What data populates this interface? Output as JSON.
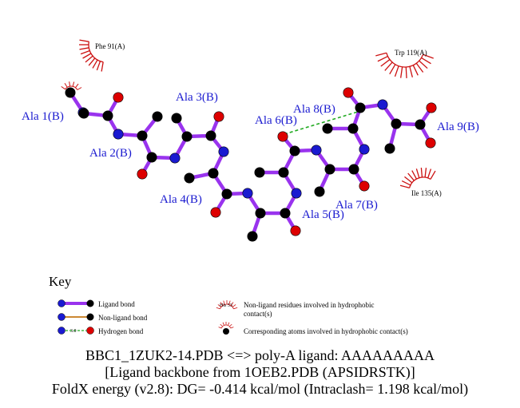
{
  "colors": {
    "ligand_bond": "#9933ee",
    "nonligand_bond": "#cc8833",
    "hydrogen_bond": "#22aa22",
    "carbon": "#000000",
    "nitrogen": "#1a1ad0",
    "oxygen": "#dd0000",
    "hydrophobic": "#cc1111",
    "residue_label": "#1a1ad0"
  },
  "residues": [
    {
      "label": "Ala 1(B)"
    },
    {
      "label": "Ala 2(B)"
    },
    {
      "label": "Ala 3(B)"
    },
    {
      "label": "Ala 4(B)"
    },
    {
      "label": "Ala 5(B)"
    },
    {
      "label": "Ala 6(B)"
    },
    {
      "label": "Ala 7(B)"
    },
    {
      "label": "Ala 8(B)"
    },
    {
      "label": "Ala 9(B)"
    }
  ],
  "hydrophobic_residues": [
    {
      "label": "Phe 91(A)"
    },
    {
      "label": "Trp 119(A)"
    },
    {
      "label": "Ile 135(A)"
    }
  ],
  "key": {
    "title": "Key",
    "ligand_bond": "Ligand bond",
    "nonligand_bond": "Non-ligand bond",
    "hydrogen_bond": "Hydrogen bond",
    "hbond_distance": "3.0",
    "nonligand_residues": "Non-ligand residues involved in hydrophobic",
    "nonligand_residues_2": "contact(s)",
    "example_residue": "His 53",
    "corresponding_atoms": "Corresponding atoms involved in hydrophobic contact(s)"
  },
  "caption": {
    "line1": "BBC1_1ZUK2-14.PDB <=> poly-A ligand: AAAAAAAAA",
    "line2": "[Ligand backbone from 1OEB2.PDB (APSIDRSTK)]",
    "line3": "FoldX energy (v2.8): DG= -0.414 kcal/mol (Intraclash= 1.198 kcal/mol)"
  }
}
